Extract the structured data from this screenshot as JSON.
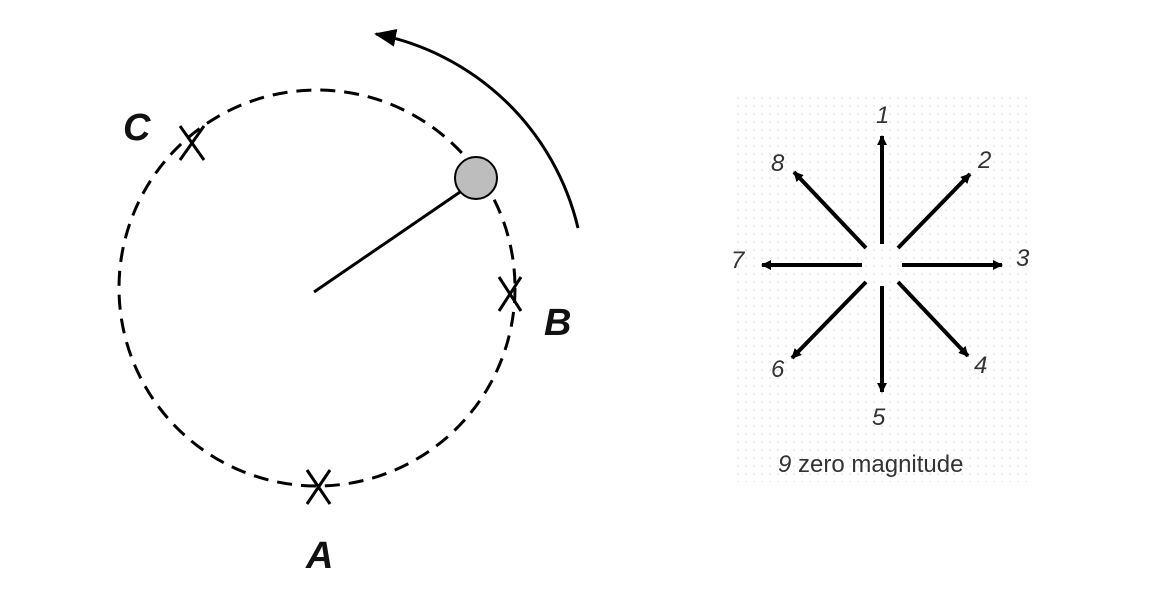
{
  "orbit_diagram": {
    "points": [
      {
        "label": "A"
      },
      {
        "label": "B"
      },
      {
        "label": "C"
      }
    ]
  },
  "direction_key": {
    "directions": [
      {
        "number": "1"
      },
      {
        "number": "2"
      },
      {
        "number": "3"
      },
      {
        "number": "4"
      },
      {
        "number": "5"
      },
      {
        "number": "6"
      },
      {
        "number": "7"
      },
      {
        "number": "8"
      }
    ],
    "zero": {
      "number": "9",
      "text": "zero magnitude"
    }
  }
}
